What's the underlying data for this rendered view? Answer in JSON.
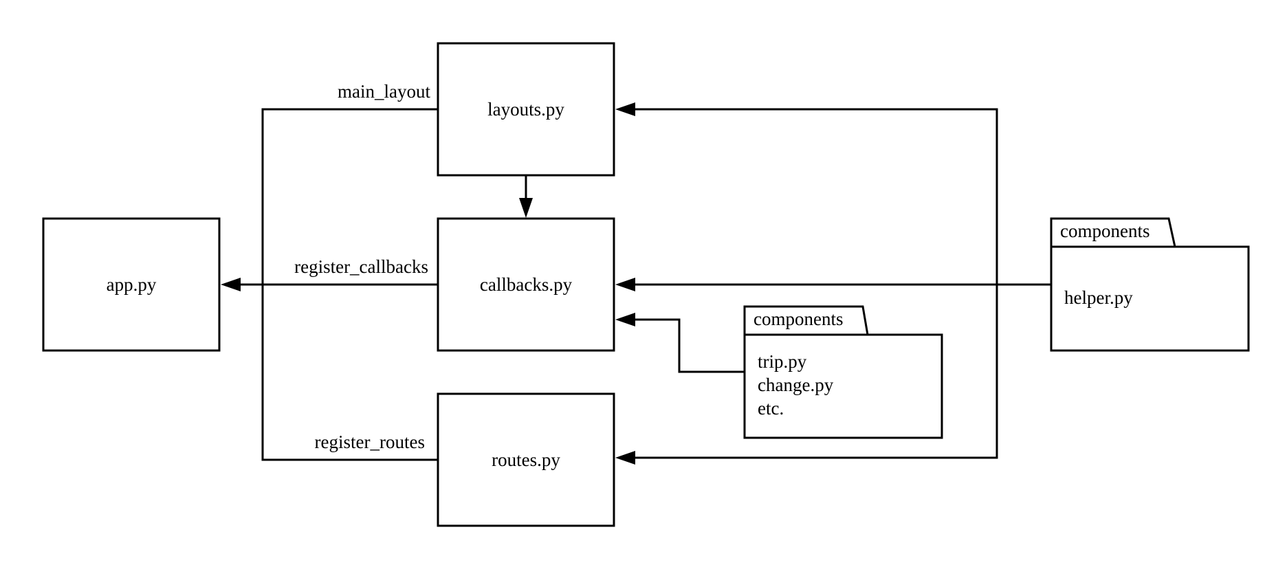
{
  "modules": {
    "app": "app.py",
    "layouts": "layouts.py",
    "callbacks": "callbacks.py",
    "routes": "routes.py"
  },
  "packages": {
    "components_small": {
      "tab": "components",
      "files": [
        "trip.py",
        "change.py",
        "etc."
      ]
    },
    "components_large": {
      "tab": "components",
      "files": [
        "helper.py"
      ]
    }
  },
  "edge_labels": {
    "main_layout": "main_layout",
    "register_callbacks": "register_callbacks",
    "register_routes": "register_routes"
  },
  "colors": {
    "stroke": "#000000",
    "background": "#ffffff"
  }
}
